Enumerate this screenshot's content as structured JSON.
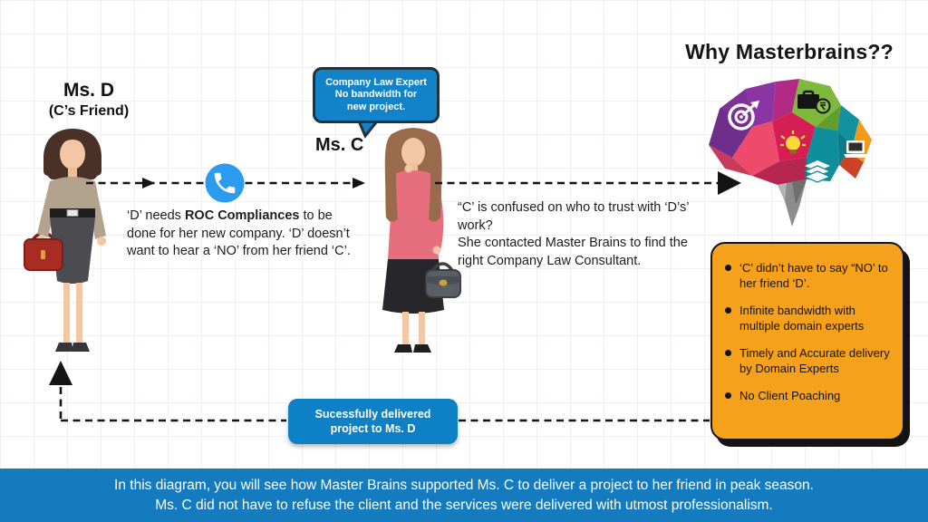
{
  "title": "Why Masterbrains??",
  "persons": {
    "ms_d": {
      "name": "Ms. D",
      "subtitle": "(C’s Friend)"
    },
    "ms_c": {
      "name": "Ms. C"
    }
  },
  "speech_bubble": {
    "text": "Company Law Expert\nNo bandwidth for\nnew project."
  },
  "narration_left": {
    "pre": "‘D’ needs ",
    "bold": "ROC Compliances",
    "post": " to be done for her new company. ‘D’ doesn’t want to hear a ‘NO’ from her friend ‘C’."
  },
  "narration_right": {
    "line1": "“C’ is confused on who to trust with ‘D’s’ work?",
    "line2": "She contacted Master Brains to find the right Company Law Consultant."
  },
  "benefits": [
    "‘C’ didn’t have to say “NO’ to her friend ‘D’.",
    "Infinite bandwidth with multiple domain experts",
    "Timely and Accurate delivery by Domain Experts",
    "No Client Poaching"
  ],
  "delivered_box": {
    "text": "Sucessfully delivered\nproject to Ms. D"
  },
  "banner": {
    "line1": "In this diagram, you will see how Master Brains supported Ms. C to deliver a project to her friend in peak season.",
    "line2": "Ms. C did not have to refuse the client and the services were delivered with utmost professionalism."
  },
  "icons": {
    "phone": "phone-call-icon",
    "target": "target-dart-icon",
    "briefcase": "briefcase-rupee-icon",
    "bulb": "lightbulb-icon",
    "laptop": "laptop-icon",
    "books": "stacked-books-icon"
  },
  "colors": {
    "bubble_blue": "#1283C9",
    "phone_blue": "#2A9BEE",
    "delivered_blue": "#0E81C6",
    "banner_blue": "#137BBE",
    "benefits_orange": "#F5A11B",
    "arrow_black": "#141414"
  }
}
